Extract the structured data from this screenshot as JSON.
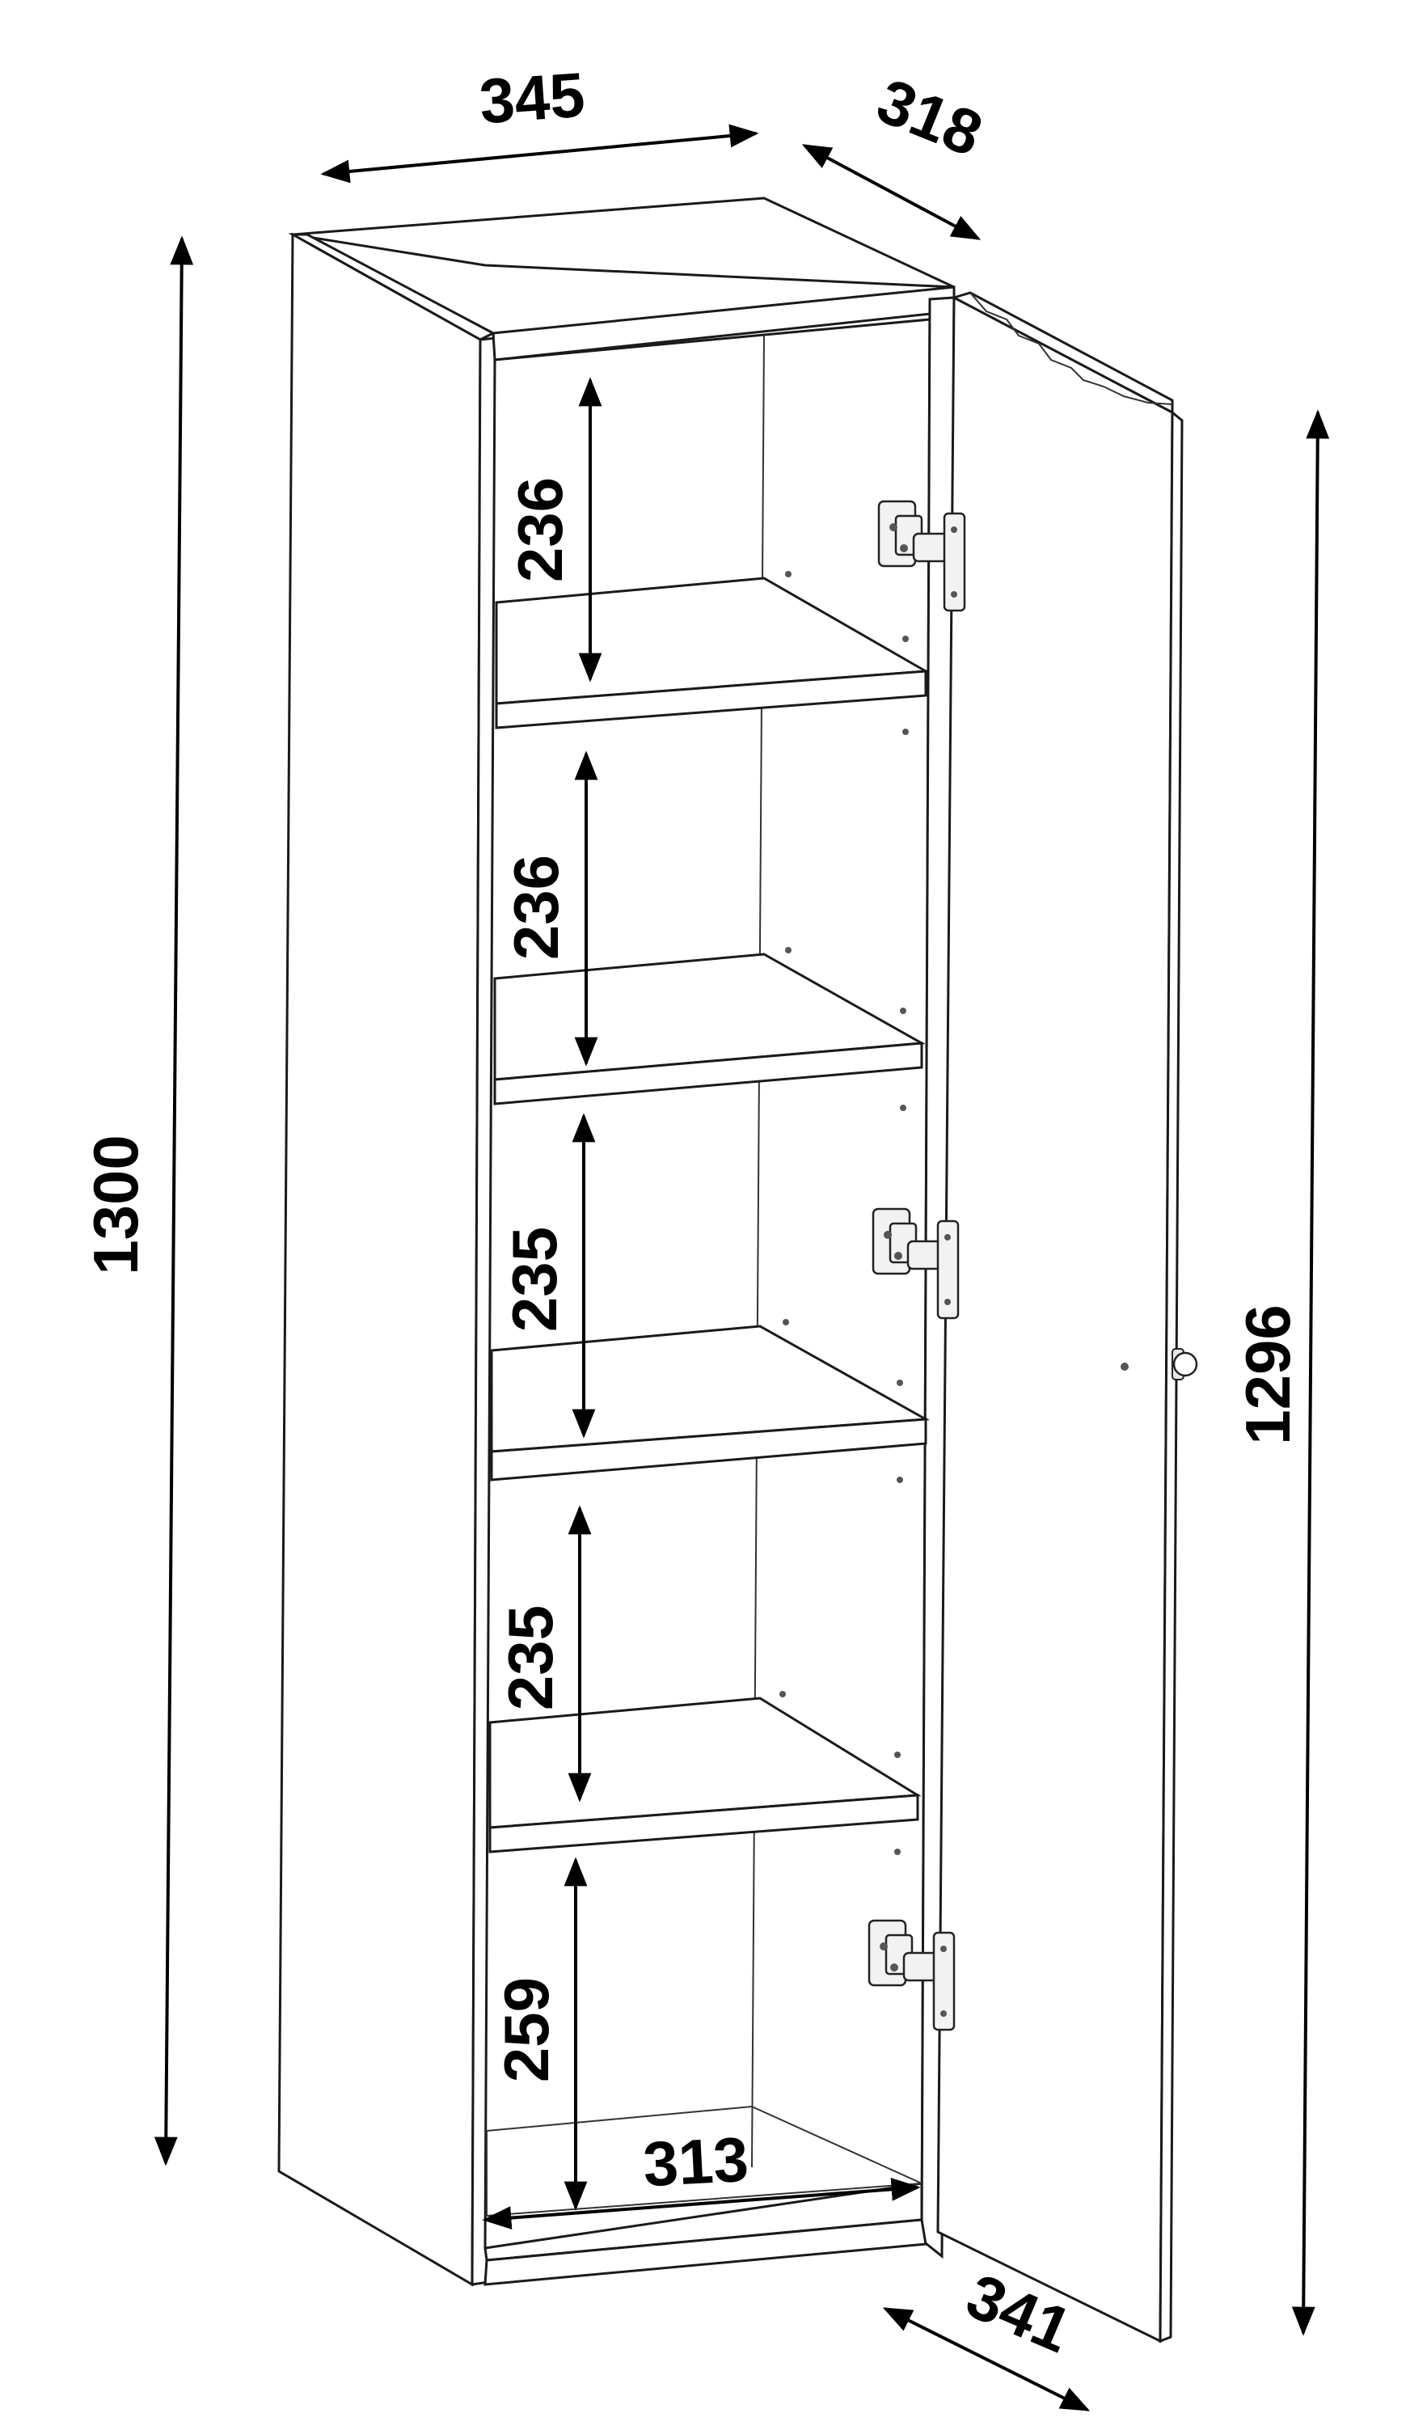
{
  "diagram": {
    "colors": {
      "line": "#1a1a1a",
      "arrow": "#000000",
      "background": "#ffffff"
    },
    "dimensions": {
      "width_top": "345",
      "depth_top": "318",
      "height_total": "1300",
      "door_height": "1296",
      "door_width": "341",
      "inner_width": "313",
      "shelf_1": "236",
      "shelf_2": "236",
      "shelf_3": "235",
      "shelf_4": "235",
      "shelf_5": "259"
    }
  }
}
